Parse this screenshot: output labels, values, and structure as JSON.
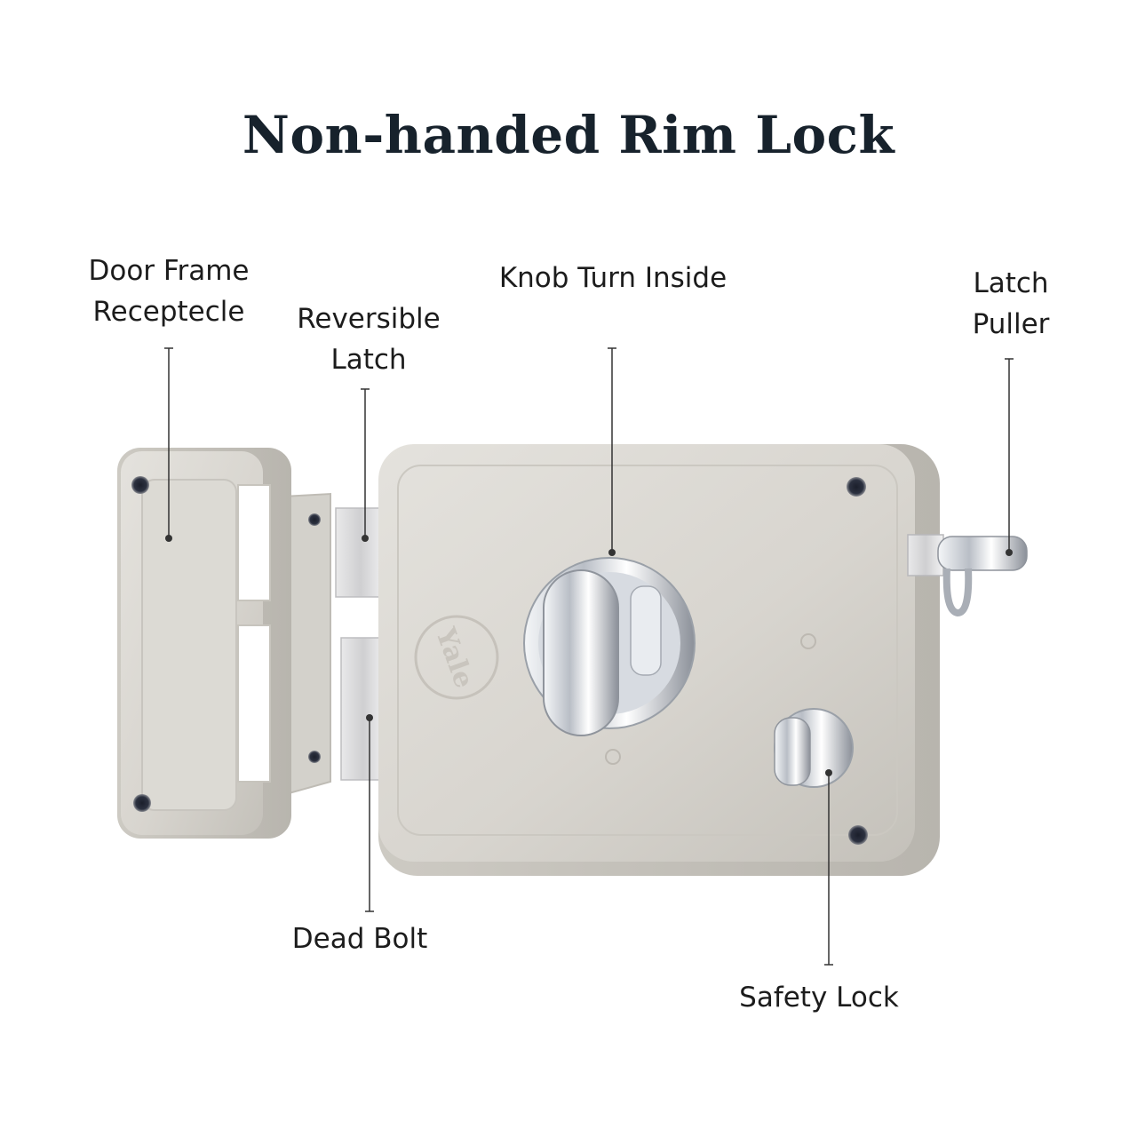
{
  "title": "Non-handed Rim Lock",
  "labels": {
    "door_frame_receptacle": [
      "Door Frame",
      "Receptecle"
    ],
    "reversible_latch": [
      "Reversible",
      "Latch"
    ],
    "knob_turn_inside": [
      "Knob Turn Inside"
    ],
    "latch_puller": [
      "Latch",
      "Puller"
    ],
    "dead_bolt": [
      "Dead Bolt"
    ],
    "safety_lock": [
      "Safety Lock"
    ]
  },
  "logo_text": "Yale",
  "colors": {
    "title": "#17222c",
    "body": "#d9d7d1",
    "chrome": "#c9ccd2",
    "leader": "#333333"
  }
}
